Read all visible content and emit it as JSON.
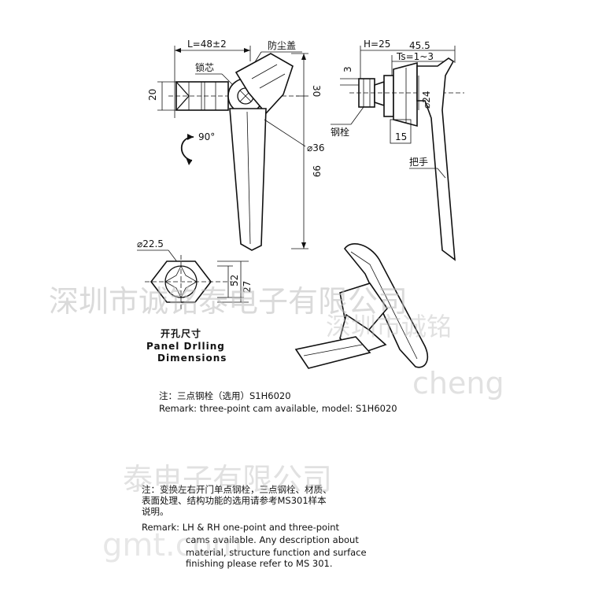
{
  "dimensions": {
    "length": "L=48±2",
    "dust_cover": "防尘盖",
    "lock_core": "锁芯",
    "height_20": "20",
    "height_30": "30",
    "height_99": "99",
    "rotation": "90°",
    "dia_36": "⌀36",
    "h_25": "H=25",
    "len_45_5": "45.5",
    "ts": "Ts=1~3",
    "num_3": "3",
    "dia_24": "⌀24",
    "num_15": "15",
    "steel_bolt": "钢栓",
    "handle": "把手",
    "dia_22_5": "⌀22.5",
    "num_52": "52",
    "num_27": "27"
  },
  "panel_drilling": {
    "cn": "开孔尺寸",
    "en_line1": "Panel Drlling",
    "en_line2": "Dimensions"
  },
  "notes": {
    "note1_cn": "注：三点钢栓（选用）S1H6020",
    "note1_en": "Remark: three-point cam available, model: S1H6020",
    "note2_cn_line1": "注：变换左右开门单点钢栓，三点钢栓、材质、",
    "note2_cn_line2": "表面处理、结构功能的选用请参考MS301样本",
    "note2_cn_line3": "说明。",
    "note2_en_line1": "Remark: LH & RH one-point and three-point",
    "note2_en_line2": "cams available. Any description about",
    "note2_en_line3": "material, structure function and surface",
    "note2_en_line4": "finishing please refer to MS 301."
  },
  "watermarks": {
    "line1": "深圳市诚铭泰电子有限公司",
    "line2": "深圳市诚铭",
    "line3": "cheng",
    "line4": "泰电子有限公司",
    "line5": "gmt.com"
  }
}
